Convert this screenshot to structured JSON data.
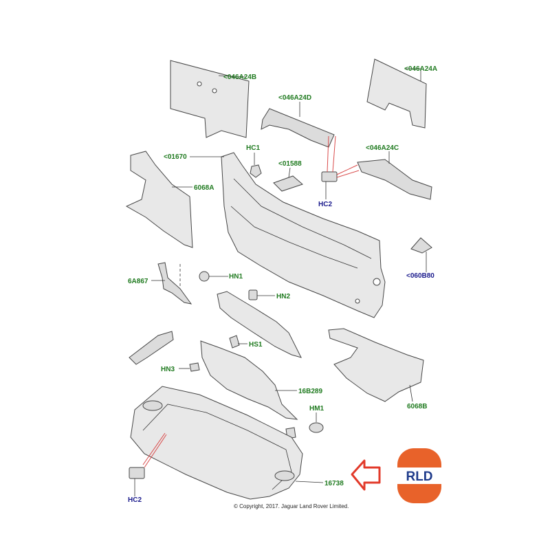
{
  "callouts": {
    "a046A24B": "<046A24B",
    "a046A24A": "<046A24A",
    "a046A24D": "<046A24D",
    "a046A24C": "<046A24C",
    "a01670": "<01670",
    "hc1": "HC1",
    "a01588": "<01588",
    "a6068A": "6068A",
    "hc2_top": "HC2",
    "a060B80": "<060B80",
    "a6A867": "6A867",
    "hn1": "HN1",
    "hn2": "HN2",
    "hs1": "HS1",
    "hn3": "HN3",
    "a16B289": "16B289",
    "hm1": "HM1",
    "a6068B": "6068B",
    "a16738": "16738",
    "hc2_bottom": "HC2"
  },
  "copyright": "© Copyright, 2017. Jaguar Land Rover Limited.",
  "logo": {
    "text": "RLD",
    "colors": {
      "orange": "#e8622a",
      "blue": "#1e3a8a"
    }
  },
  "arrow": {
    "icon": "arrow-left-outline-icon",
    "color": "#e23a2a"
  },
  "colors": {
    "label_green": "#1f7a1f",
    "label_blue": "#1a1a8c"
  }
}
